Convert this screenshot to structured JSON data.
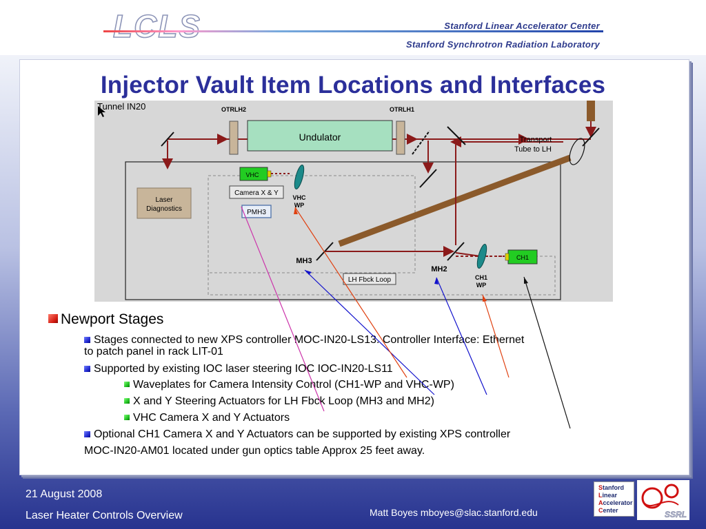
{
  "header": {
    "logo_text": "LCLS",
    "org_line1": "Stanford Linear Accelerator Center",
    "org_line2": "Stanford Synchrotron Radiation Laboratory"
  },
  "slide": {
    "title": "Injector Vault Item Locations and Interfaces"
  },
  "diagram": {
    "tunnel_label": "Tunnel IN20",
    "otrlh2": "OTRLH2",
    "otrlh1": "OTRLH1",
    "undulator": "Undulator",
    "transport_line1": "Transport",
    "transport_line2": "Tube to LH",
    "laser_diag_line1": "Laser",
    "laser_diag_line2": "Diagnostics",
    "vhc": "VHC",
    "camera_xy": "Camera X & Y",
    "pmh3": "PMH3",
    "vhc_wp_line1": "VHC",
    "vhc_wp_line2": "WP",
    "mh3": "MH3",
    "mh2": "MH2",
    "lh_fbck_loop": "LH Fbck Loop",
    "ch1": "CH1",
    "ch1_wp_line1": "CH1",
    "ch1_wp_line2": "WP"
  },
  "bullets": {
    "l1": "Newport Stages",
    "b1_line1": "Stages connected to new XPS controller MOC-IN20-LS13. Controller Interface: Ethernet",
    "b1_line2": "to patch panel in rack LIT-01",
    "b2": "Supported by existing IOC laser steering IOC IOC-IN20-LS11",
    "s1": "Waveplates for Camera Intensity Control (CH1-WP and VHC-WP)",
    "s2": "X and Y Steering Actuators for LH Fbck Loop (MH3 and MH2)",
    "s3": "VHC Camera X and Y Actuators",
    "b3_line1": "Optional CH1 Camera X and Y Actuators can be supported by existing XPS controller",
    "b3_line2": "MOC-IN20-AM01 located under gun optics table Approx 25 feet away."
  },
  "footer": {
    "date": "21 August 2008",
    "talk_title": "Laser Heater Controls Overview",
    "author": "Matt Boyes mboyes@slac.stanford.edu",
    "slac_logo_line1_initial": "S",
    "slac_logo_line1_rest": "tanford",
    "slac_logo_line2_initial": "L",
    "slac_logo_line2_rest": "inear",
    "slac_logo_line3_initial": "A",
    "slac_logo_line3_rest": "ccelerator",
    "slac_logo_line4_initial": "C",
    "slac_logo_line4_rest": "enter",
    "ssrl_logo_text": "SSRL"
  },
  "colors": {
    "title": "#2b2f9a",
    "beam": "#8b1a1a",
    "undulator": "#a6e0c0",
    "transport_tube": "#8b5a2b",
    "green_box": "#22cc22"
  }
}
